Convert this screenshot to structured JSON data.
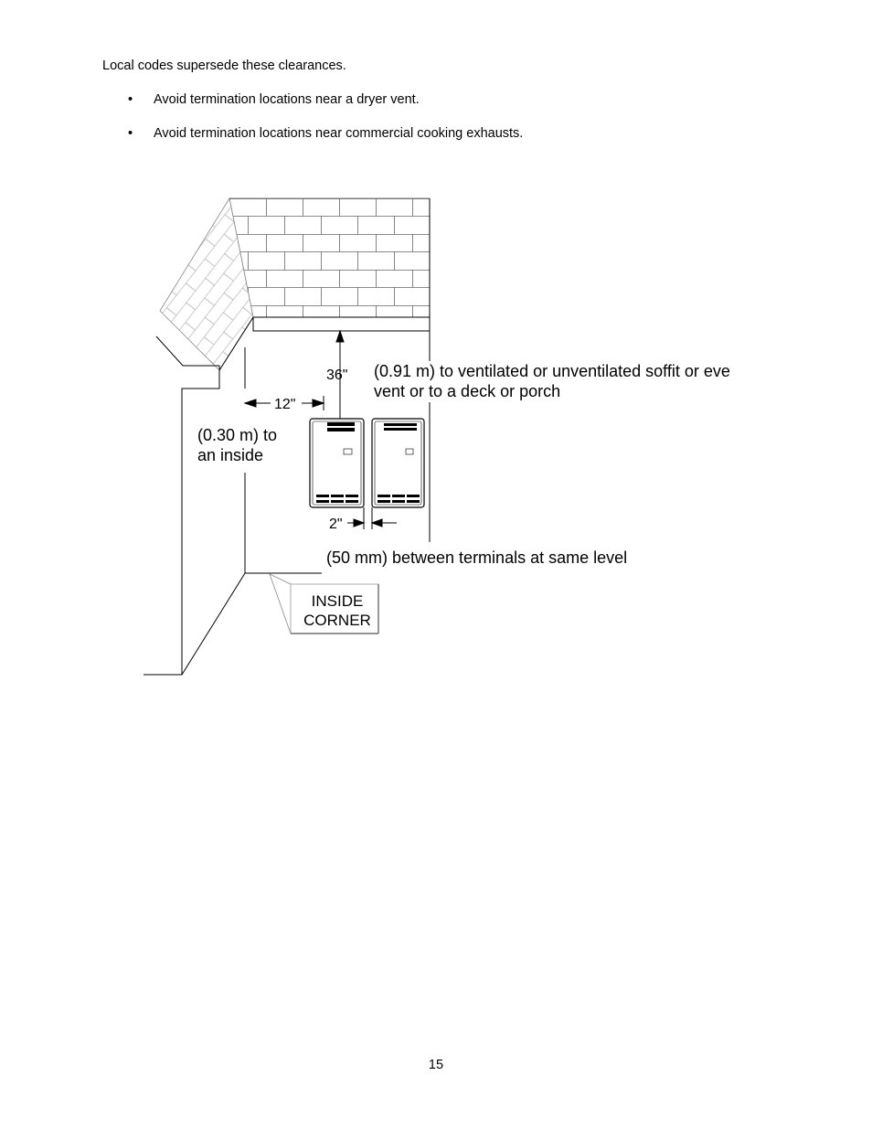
{
  "intro_text": "Local codes supersede these clearances.",
  "bullet_glyph": "•",
  "bullets": [
    "Avoid termination locations near a dryer vent.",
    "Avoid termination locations near commercial cooking exhausts."
  ],
  "diagram": {
    "dim_vertical": "36\"",
    "soffit_note_line1": "(0.91 m) to ventilated or unventilated soffit or eve",
    "soffit_note_line2": "vent or to a deck or porch",
    "dim_corner": "12\"",
    "corner_note_line1": "(0.30 m) to",
    "corner_note_line2": "an inside",
    "dim_between": "2\"",
    "between_note": "(50 mm) between terminals at same level",
    "callout_line1": "INSIDE",
    "callout_line2": "CORNER"
  },
  "page_number": "15"
}
